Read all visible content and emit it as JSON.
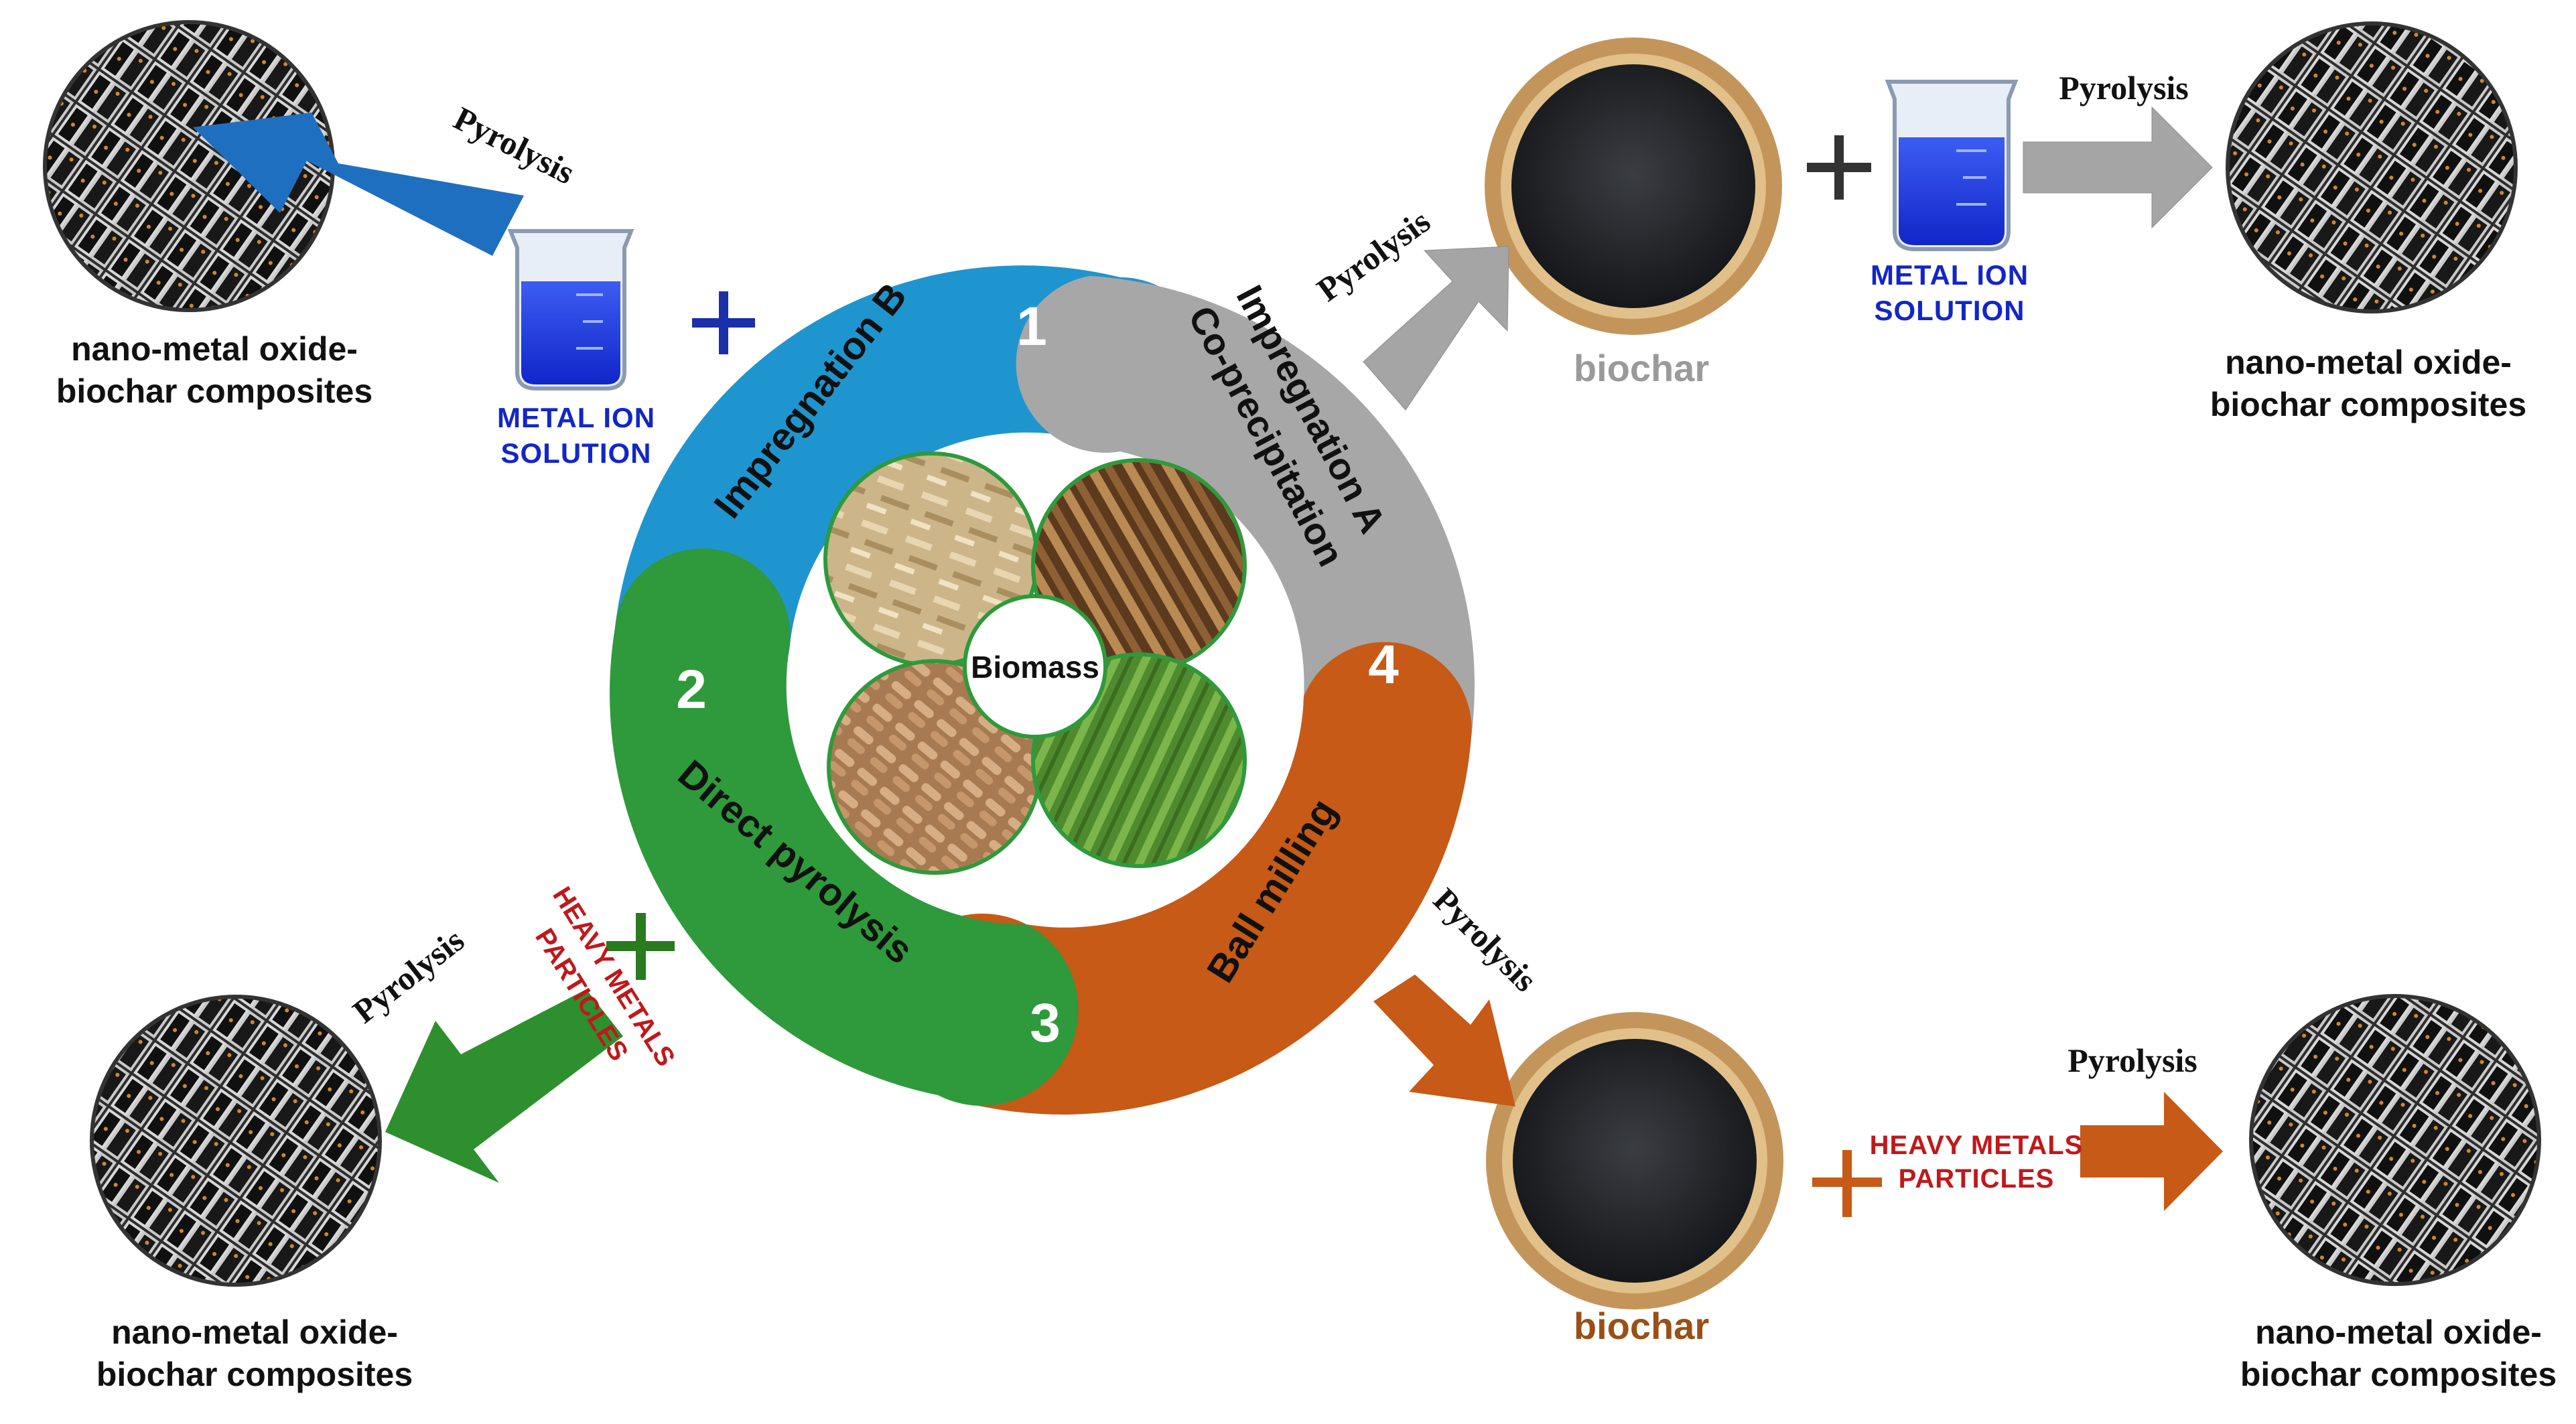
{
  "center": {
    "label": "Biomass"
  },
  "segments": [
    {
      "number": "1",
      "label": "Impregnation B",
      "color": "#1f95cf"
    },
    {
      "number": "2",
      "label": "Direct pyrolysis",
      "color": "#2e9a3b"
    },
    {
      "number": "3",
      "label": "Ball milling",
      "color": "#c65a16"
    },
    {
      "number": "4",
      "label_line1": "Impregnation A",
      "label_line2": "Co-precipitation",
      "color": "#a7a7a7"
    }
  ],
  "labels": {
    "pyrolysis": "Pyrolysis",
    "composite_line1": "nano-metal oxide-",
    "composite_line2": "biochar composites",
    "metal_ion_line1": "METAL ION",
    "metal_ion_line2": "SOLUTION",
    "heavy_line1": "HEAVY METALS",
    "heavy_line2": "PARTICLES",
    "biochar": "biochar",
    "plus": "+"
  },
  "colors": {
    "blue_arrow": "#1f6fc0",
    "gray_arrow": "#a5a5a5",
    "green_arrow": "#2e8f2e",
    "brown_arrow": "#c65a16",
    "plus_blue": "#1b2fa8",
    "plus_black": "#333333",
    "plus_green": "#2a7a20",
    "plus_brown": "#c65a16"
  }
}
